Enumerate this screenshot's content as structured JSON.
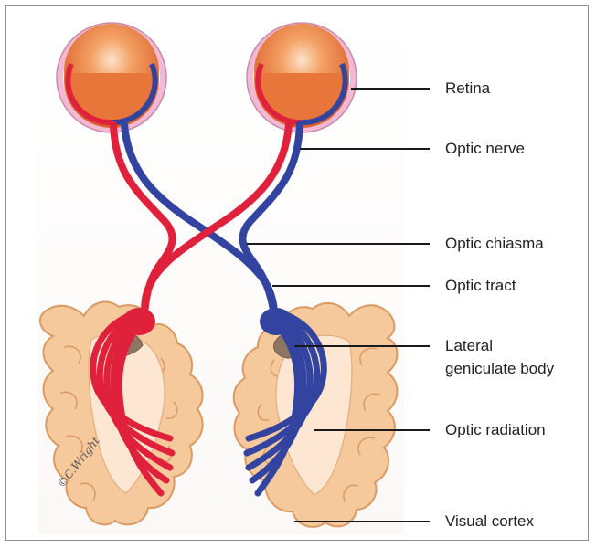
{
  "labels": {
    "retina": "Retina",
    "optic_nerve": "Optic nerve",
    "optic_chiasma": "Optic chiasma",
    "optic_tract": "Optic tract",
    "lateral_geniculate_line1": "Lateral",
    "lateral_geniculate_line2": "geniculate body",
    "optic_radiation": "Optic radiation",
    "visual_cortex": "Visual cortex"
  },
  "signature": "©C.Wright",
  "colors": {
    "nasal_pathway": "#e0213c",
    "temporal_pathway": "#3344a0",
    "eyeball_orange": "#e8753a",
    "sclera_pink": "#f0b3cf",
    "cortex_tan": "#f5c79a",
    "thalamus_brown": "#8e7665"
  }
}
